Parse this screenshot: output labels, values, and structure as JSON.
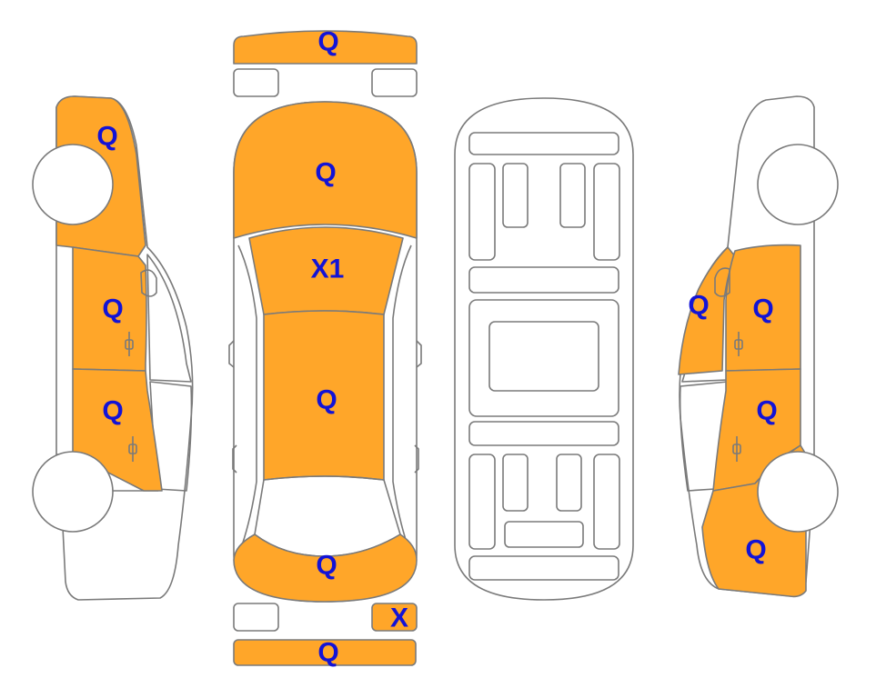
{
  "colors": {
    "damaged": "#ffa629",
    "clean": "#ffffff",
    "outline": "#7a7a7a",
    "label": "#1313d6"
  },
  "panels": {
    "front_bumper": {
      "code": "Q",
      "damaged": true
    },
    "headlight_left": {
      "code": "",
      "damaged": false
    },
    "headlight_right": {
      "code": "",
      "damaged": false
    },
    "hood": {
      "code": "Q",
      "damaged": true
    },
    "windshield": {
      "code": "X1",
      "damaged": true
    },
    "roof": {
      "code": "Q",
      "damaged": true
    },
    "trunk": {
      "code": "Q",
      "damaged": true
    },
    "taillight_left": {
      "code": "",
      "damaged": false
    },
    "taillight_right": {
      "code": "X",
      "damaged": true
    },
    "rear_bumper": {
      "code": "Q",
      "damaged": true
    },
    "left_front_fender": {
      "code": "Q",
      "damaged": true
    },
    "left_front_door": {
      "code": "Q",
      "damaged": true
    },
    "left_rear_door": {
      "code": "Q",
      "damaged": true
    },
    "right_a_pillar": {
      "code": "Q",
      "damaged": true
    },
    "right_front_door": {
      "code": "Q",
      "damaged": true
    },
    "right_rear_door": {
      "code": "Q",
      "damaged": true
    },
    "right_rear_fender": {
      "code": "Q",
      "damaged": true
    }
  }
}
